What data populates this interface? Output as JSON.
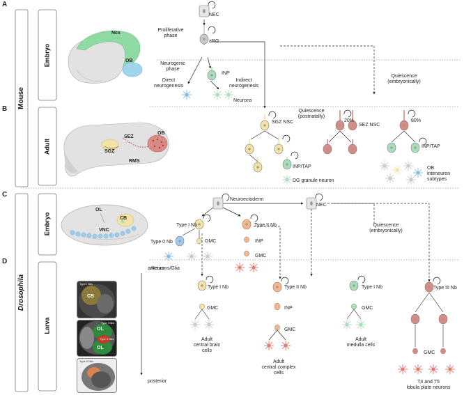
{
  "panels": {
    "a": "A",
    "b": "B",
    "c": "C",
    "d": "D"
  },
  "organisms": {
    "mouse": "Mouse",
    "drosophila": "Drosophila"
  },
  "stages": {
    "mouse_embryo": "Embryo",
    "mouse_adult": "Adult",
    "fly_embryo": "Embryo",
    "fly_larva": "Larva"
  },
  "mouse_embryo": {
    "ncx": "Ncx",
    "ob": "OB",
    "nec": "NEC",
    "arg": "aRG",
    "proliferative": "Proliferative\nphase",
    "neurogenic": "Neurogenic\nphase",
    "inp": "INP",
    "direct": "Direct\nneurogenesis",
    "indirect": "Indirect\nneurogenesis",
    "neurons": "Neurons",
    "quiescence": "Quiescence\n(embryonically)"
  },
  "mouse_adult": {
    "sez": "SEZ",
    "sgz": "SGZ",
    "ob": "OB",
    "rms": "RMS",
    "quiescence": "Quiescence\n(postnatally)",
    "sgz_nsc": "SGZ NSC",
    "pct20": "20%",
    "sez_nsc": "SEZ NSC",
    "pct80": "80%",
    "inp_tap_1": "INP/TAP",
    "inp_tap_2": "INP/TAP",
    "dg": "DG granule neuron",
    "ob_subtypes": "OB\ninteneuron\nsubtypes"
  },
  "fly_embryo": {
    "ol": "OL",
    "cb": "CB",
    "vnc": "VNC",
    "neuroectoderm": "Neuroectoderm",
    "nec": "NEC",
    "type1": "Type I Nb",
    "type2": "Type II Nb",
    "type0": "Type 0 Nb",
    "gmc1": "GMC",
    "gmc2": "GMC",
    "inp": "INP",
    "neurons_glia": "Neurons/Glia",
    "quiescence": "Quiescence\n(embryonically)"
  },
  "fly_larva": {
    "anterior": "anterior",
    "posterior": "posterior",
    "thumb1_tag": "Type I Nbs",
    "thumb1_cb": "CB",
    "thumb2_tag": "Type I Nbs",
    "thumb2_ol1": "OL",
    "thumb2_mid": "Type II Nbs",
    "thumb2_ol2": "OL",
    "thumb3_tag": "Type II Nbs",
    "col1_nb": "Type I Nb",
    "col1_gmc": "GMC",
    "col1_out": "Adult\ncentral brain\ncells",
    "col2_nb": "Type II Nb",
    "col2_inp": "INP",
    "col2_gmc": "GMC",
    "col2_out": "Adult\ncentral complex\ncells",
    "col3_nb": "Type I Nb",
    "col3_gmc": "GMC",
    "col3_out": "Adult\nmedulla cells",
    "col4_nb": "Type III Nb",
    "col4_gmc": "GMC",
    "col4_out": "T4 and T5\nlobula plate neurons"
  },
  "colors": {
    "ncx_green": "#8fd9a3",
    "ob_blue": "#9fd6ee",
    "yellow_cell": "#f3e3a6",
    "red_cell": "#d98b86",
    "green_cell": "#a9dfb8",
    "orange_cell": "#f6b68c",
    "blue_cell": "#9ccbeb",
    "neuron_blue": "#7fbde0",
    "neuron_red": "#e07a6f",
    "grey_cell": "#c9c9c9"
  }
}
